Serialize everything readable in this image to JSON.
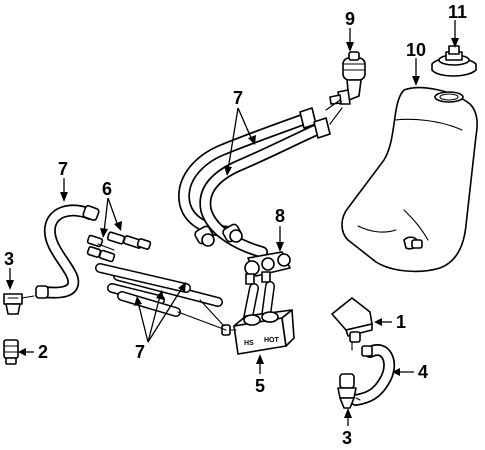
{
  "callouts": {
    "c1": "1",
    "c2": "2",
    "c3_left": "3",
    "c3_bottom": "3",
    "c4": "4",
    "c5": "5",
    "c6": "6",
    "c7_left": "7",
    "c7_top": "7",
    "c7_bottom": "7",
    "c8": "8",
    "c9": "9",
    "c10": "10",
    "c11": "11"
  },
  "pump_labels": {
    "left": "HS",
    "right": "HOT"
  },
  "colors": {
    "line": "#000000",
    "background": "#ffffff"
  }
}
